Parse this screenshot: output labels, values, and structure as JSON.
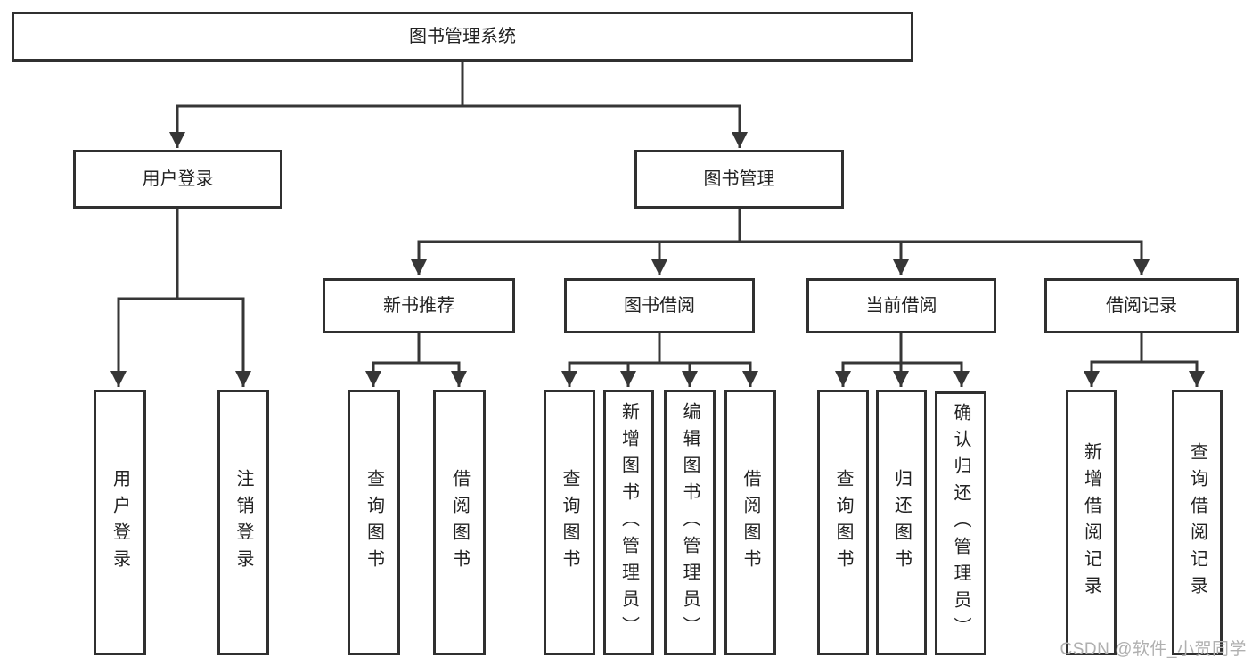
{
  "diagram_title": "图书管理系统",
  "tree": {
    "label": "图书管理系统",
    "children": [
      {
        "label": "用户登录",
        "children": [
          {
            "label": "用户登录"
          },
          {
            "label": "注销登录"
          }
        ]
      },
      {
        "label": "图书管理",
        "children": [
          {
            "label": "新书推荐",
            "children": [
              {
                "label": "查询图书"
              },
              {
                "label": "借阅图书"
              }
            ]
          },
          {
            "label": "图书借阅",
            "children": [
              {
                "label": "查询图书"
              },
              {
                "label": "新增图书（管理员）"
              },
              {
                "label": "编辑图书（管理员）"
              },
              {
                "label": "借阅图书"
              }
            ]
          },
          {
            "label": "当前借阅",
            "children": [
              {
                "label": "查询图书"
              },
              {
                "label": "归还图书"
              },
              {
                "label": "确认归还（管理员）"
              }
            ]
          },
          {
            "label": "借阅记录",
            "children": [
              {
                "label": "新增借阅记录"
              },
              {
                "label": "查询借阅记录"
              }
            ]
          }
        ]
      }
    ]
  },
  "watermark": {
    "text": "CSDN @软件_小贺同学"
  },
  "colors": {
    "background": "#ffffff",
    "box_border": "#303030",
    "connector_line": "#363636",
    "node_text": "#222222",
    "watermark_text": "#b0b0b0"
  }
}
